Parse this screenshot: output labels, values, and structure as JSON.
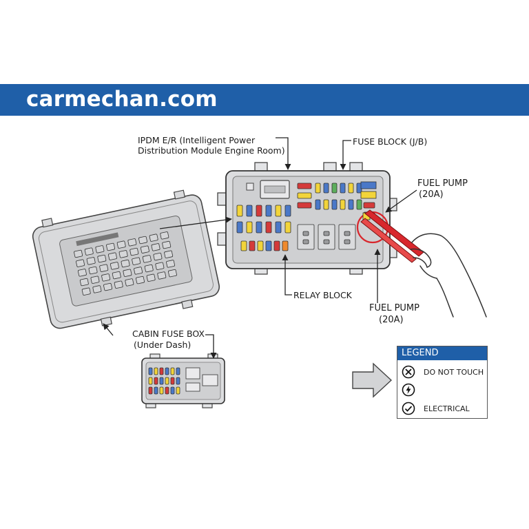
{
  "banner": {
    "site": "carmechan.com"
  },
  "labels": {
    "ipdm_line1": "IPDM E/R (Intelligent Power",
    "ipdm_line2": "Distribution Module Engine Room)",
    "fuse_block": "FUSE BLOCK (J/B)",
    "fuel_pump_top_line1": "FUEL PUMP",
    "fuel_pump_top_line2": "(20A)",
    "relay_block": "RELAY BLOCK",
    "fuel_pump_bottom_line1": "FUEL PUMP",
    "fuel_pump_bottom_line2": "(20A)",
    "cabin_line1": "CABIN FUSE BOX",
    "cabin_line2": "(Under Dash)"
  },
  "legend": {
    "title": "LEGEND",
    "items": [
      {
        "icon": "x-circle-icon",
        "label": "DO NOT TOUCH"
      },
      {
        "icon": "lightning-circle-icon",
        "label": ""
      },
      {
        "icon": "check-circle-icon",
        "label": "ELECTRICAL"
      }
    ]
  },
  "colors": {
    "banner": "#1f5fa8",
    "fuse_yellow": "#f2d43a",
    "fuse_blue": "#4a78c8",
    "fuse_red": "#d43a3a",
    "fuse_green": "#5cae5c",
    "fuse_orange": "#ef8a2e",
    "highlight": "#d8272d"
  }
}
